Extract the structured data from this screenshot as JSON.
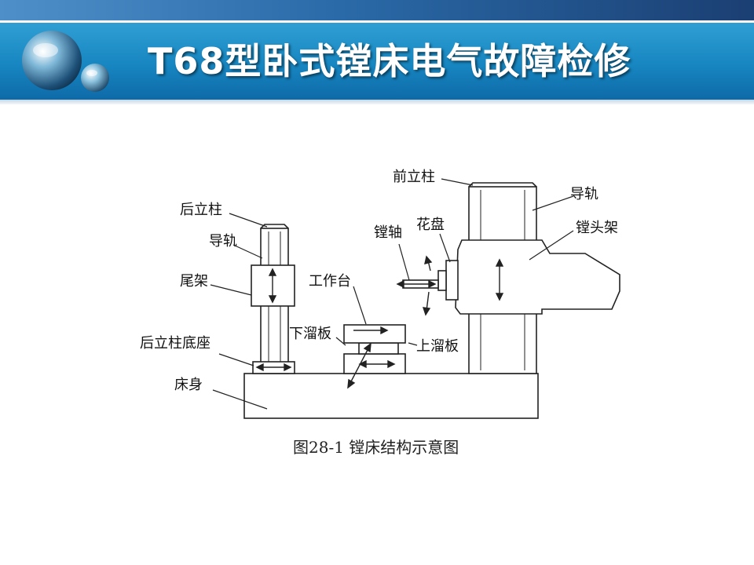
{
  "slide": {
    "title": "T68型卧式镗床电气故障检修"
  },
  "diagram": {
    "labels": {
      "rear_column": "后立柱",
      "rear_guide_rail": "导轨",
      "tail_frame": "尾架",
      "rear_column_base": "后立柱底座",
      "bed": "床身",
      "worktable": "工作台",
      "lower_slide": "下溜板",
      "upper_slide": "上溜板",
      "boring_spindle": "镗轴",
      "face_plate": "花盘",
      "front_column": "前立柱",
      "front_guide_rail": "导轨",
      "headstock": "镗头架"
    }
  },
  "caption": {
    "text": "图28-1  镗床结构示意图"
  },
  "colors": {
    "title_bar": "#1786c1",
    "top_band_dark": "#1b3f73",
    "title_text": "#ffffff"
  }
}
